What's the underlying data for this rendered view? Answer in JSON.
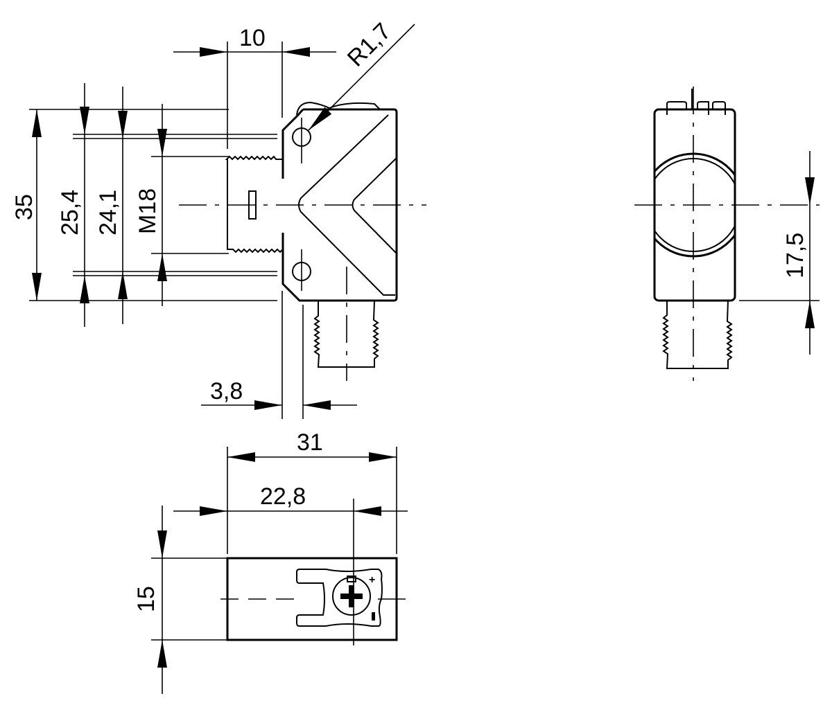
{
  "title": "Sensor dimension drawing",
  "dimensions": {
    "width_10": "10",
    "radius": "R1,7",
    "height_35": "35",
    "hole_pitch": "25,4",
    "inner_24": "24,1",
    "thread": "M18",
    "offset_3_8": "3,8",
    "length_31": "31",
    "length_22_8": "22,8",
    "width_15": "15",
    "side_17_5": "17,5"
  },
  "colors": {
    "line": "#000000",
    "background": "#ffffff"
  }
}
